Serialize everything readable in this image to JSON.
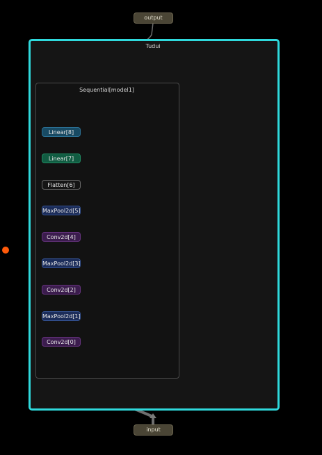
{
  "graph": {
    "output_label": "output",
    "input_label": "input",
    "outer_group": {
      "label": "Tudui",
      "border_color": "#2fd9dc"
    },
    "inner_group": {
      "label": "Sequential[model1]"
    },
    "layers": [
      {
        "id": "linear8",
        "label": "Linear[8]",
        "fill": "#184a63",
        "border": "#2b7094"
      },
      {
        "id": "linear7",
        "label": "Linear[7]",
        "fill": "#115c42",
        "border": "#1f8c63"
      },
      {
        "id": "flatten6",
        "label": "Flatten[6]",
        "fill": "#151515",
        "border": "#6a6a6a"
      },
      {
        "id": "maxpool5",
        "label": "MaxPool2d[5]",
        "fill": "#1c2d5a",
        "border": "#33508f"
      },
      {
        "id": "conv4",
        "label": "Conv2d[4]",
        "fill": "#3b1c4d",
        "border": "#66337f"
      },
      {
        "id": "maxpool3",
        "label": "MaxPool2d[3]",
        "fill": "#1c2d5a",
        "border": "#33508f"
      },
      {
        "id": "conv2",
        "label": "Conv2d[2]",
        "fill": "#3b1c4d",
        "border": "#66337f"
      },
      {
        "id": "maxpool1",
        "label": "MaxPool2d[1]",
        "fill": "#1c2d5a",
        "border": "#33508f"
      },
      {
        "id": "conv0",
        "label": "Conv2d[0]",
        "fill": "#3b1c4d",
        "border": "#66337f"
      }
    ],
    "side_dot_color": "#ff5a0a",
    "edge_color": "#6e6e6e"
  }
}
